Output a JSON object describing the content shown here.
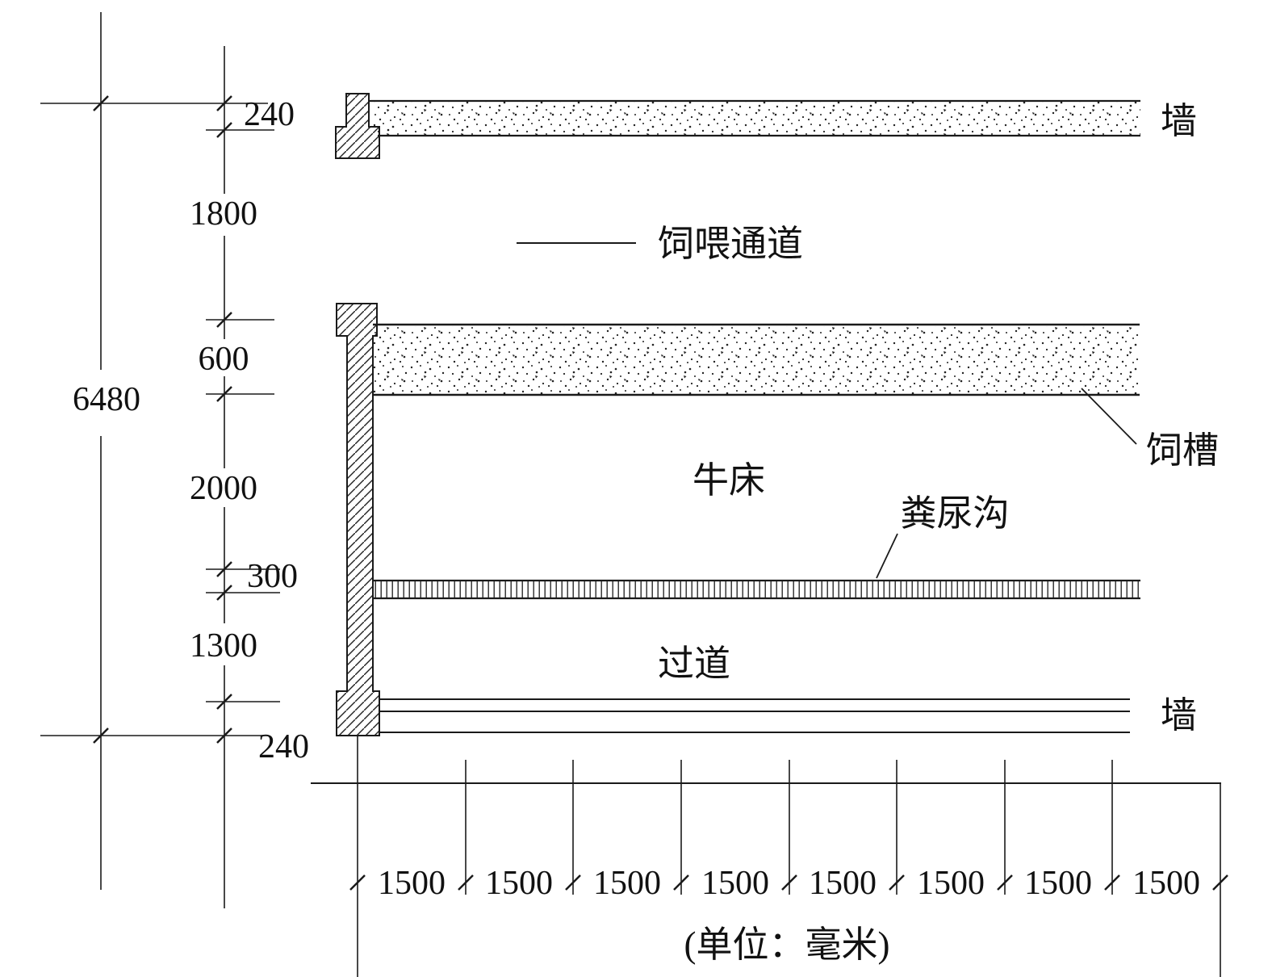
{
  "labels": {
    "wall_top": "墙",
    "wall_bottom": "墙",
    "feeding_passage": "饲喂通道",
    "feed_trough": "饲槽",
    "cattle_bed": "牛床",
    "manure_ditch": "粪尿沟",
    "aisle": "过道",
    "unit_note": "(单位：毫米)"
  },
  "dimensions": {
    "total_height": "6480",
    "left": [
      "240",
      "1800",
      "600",
      "2000",
      "300",
      "1300",
      "240"
    ],
    "bottom": [
      "1500",
      "1500",
      "1500",
      "1500",
      "1500",
      "1500",
      "1500",
      "1500"
    ]
  },
  "colors": {
    "ink": "#1a1a1a",
    "background": "#ffffff"
  }
}
